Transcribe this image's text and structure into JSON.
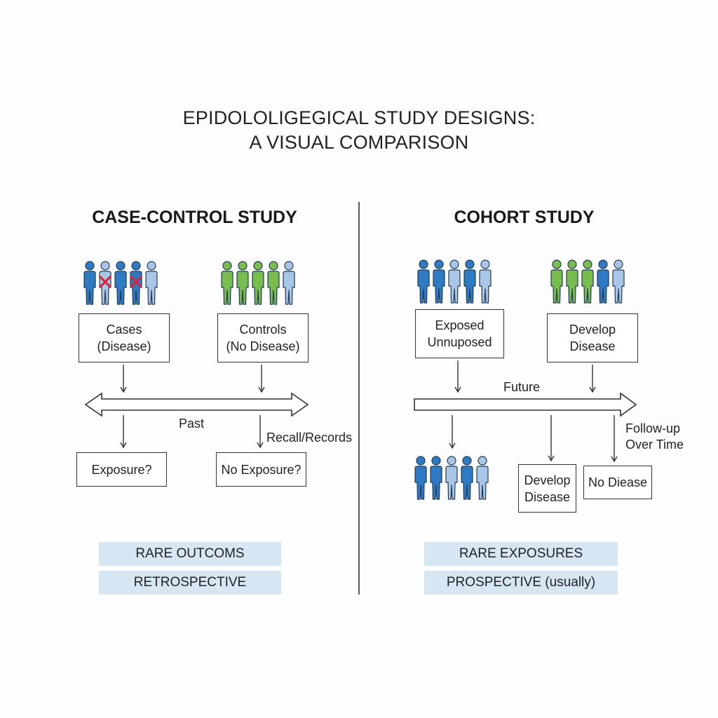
{
  "title": {
    "line1": "EPIDOLOLIGEGICAL STUDY DESIGNS:",
    "line2": "A VISUAL COMPARISON"
  },
  "case_control": {
    "heading": "CASE-CONTROL STUDY",
    "cases_box": {
      "line1": "Cases",
      "line2": "(Disease)"
    },
    "controls_box": {
      "line1": "Controls",
      "line2": "(No Disease)"
    },
    "timeline_label": "Past",
    "recall_label": "Recall/Records",
    "exposure_box": "Exposure?",
    "no_exposure_box": "No Exposure?",
    "chip_1": "RARE OUTCOMS",
    "chip_2": "RETROSPECTIVE"
  },
  "cohort": {
    "heading": "COHORT STUDY",
    "exposed_box": {
      "line1": "Exposed",
      "line2": "Unnuposed"
    },
    "develop_box_top": {
      "line1": "Develop",
      "line2": "Disease"
    },
    "timeline_label": "Future",
    "followup_label": {
      "line1": "Follow-up",
      "line2": "Over Time"
    },
    "develop_box_bottom": {
      "line1": "Develop",
      "line2": "Disease"
    },
    "no_disease_box": "No Diease",
    "chip_1": "RARE EXPOSURES",
    "chip_2": "PROSPECTIVE (usually)"
  },
  "icons": {
    "person": "person-icon",
    "cross": "x-mark-icon"
  },
  "colors": {
    "blue_dark": "#2e7bc4",
    "blue_light": "#a9c6e6",
    "green": "#79bd4e",
    "cross_red": "#d7263d",
    "chip_bg": "#d6e6f2",
    "line": "#333333"
  },
  "people_groups": {
    "cases": [
      {
        "shade": "blue_dark",
        "crossed": false
      },
      {
        "shade": "blue_light",
        "crossed": true
      },
      {
        "shade": "blue_dark",
        "crossed": false
      },
      {
        "shade": "blue_dark",
        "crossed": true
      },
      {
        "shade": "blue_light",
        "crossed": false
      }
    ],
    "controls": [
      "green",
      "green",
      "green",
      "green",
      "blue_light"
    ],
    "exposed": [
      "blue_dark",
      "blue_dark",
      "blue_light",
      "blue_dark",
      "blue_light"
    ],
    "develop": [
      "green",
      "green",
      "green",
      "blue_dark",
      "blue_light"
    ],
    "followup": [
      "blue_dark",
      "blue_dark",
      "blue_light",
      "blue_dark",
      "blue_light"
    ]
  }
}
